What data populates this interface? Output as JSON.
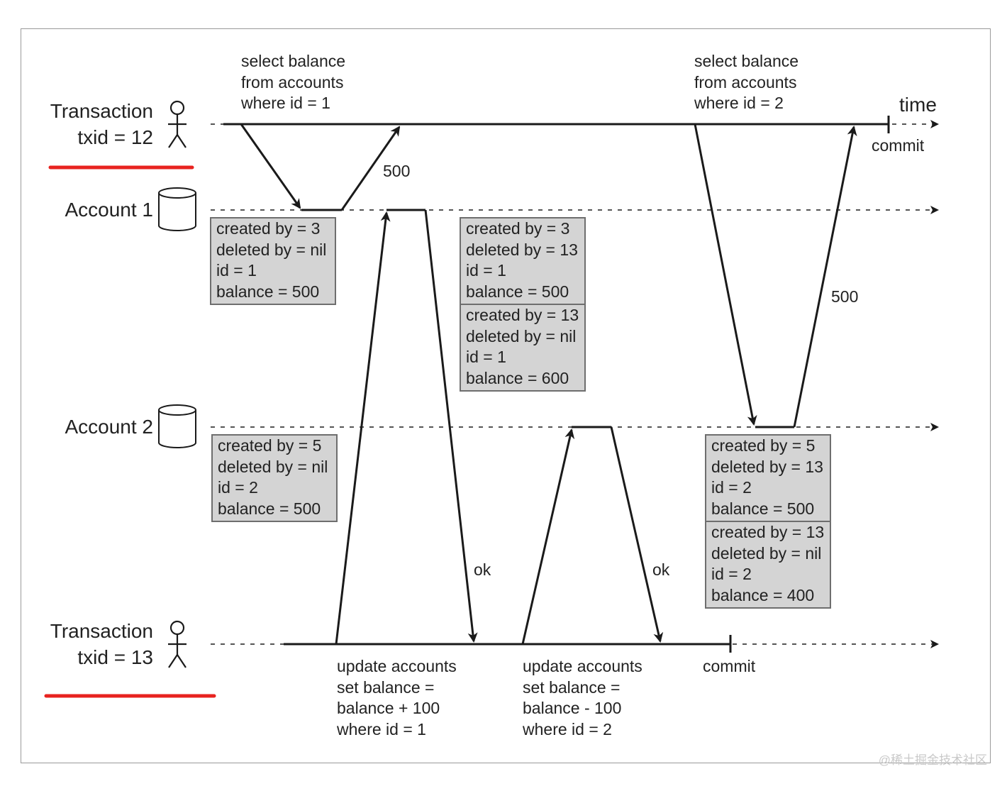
{
  "actors": {
    "tx12": {
      "label": "Transaction\ntxid = 12"
    },
    "acc1": {
      "label": "Account 1"
    },
    "acc2": {
      "label": "Account 2"
    },
    "tx13": {
      "label": "Transaction\ntxid = 13"
    }
  },
  "time_label": "time",
  "queries": {
    "select1": "select balance\nfrom accounts\nwhere id = 1",
    "select2": "select balance\nfrom accounts\nwhere id = 2",
    "update1": "update accounts\nset balance =\nbalance + 100\nwhere id = 1",
    "update2": "update accounts\nset balance =\nbalance - 100\nwhere id = 2"
  },
  "responses": {
    "read1": "500",
    "read2": "500",
    "write1": "ok",
    "write2": "ok"
  },
  "commit_labels": {
    "tx12": "commit",
    "tx13": "commit"
  },
  "boxes": {
    "acc1_before": [
      [
        "created by = 3",
        "deleted by = nil",
        "id = 1",
        "balance = 500"
      ]
    ],
    "acc1_after": [
      [
        "created by = 3",
        "deleted by = 13",
        "id = 1",
        "balance = 500"
      ],
      [
        "created by = 13",
        "deleted by = nil",
        "id = 1",
        "balance = 600"
      ]
    ],
    "acc2_before": [
      [
        "created by = 5",
        "deleted by = nil",
        "id = 2",
        "balance = 500"
      ]
    ],
    "acc2_after": [
      [
        "created by = 5",
        "deleted by = 13",
        "id = 2",
        "balance = 500"
      ],
      [
        "created by = 13",
        "deleted by = nil",
        "id = 2",
        "balance = 400"
      ]
    ]
  },
  "watermark": "@稀土掘金技术社区",
  "colors": {
    "highlight_underline": "#e8231f",
    "box_fill": "#d4d4d4",
    "line": "#1a1a1a"
  }
}
